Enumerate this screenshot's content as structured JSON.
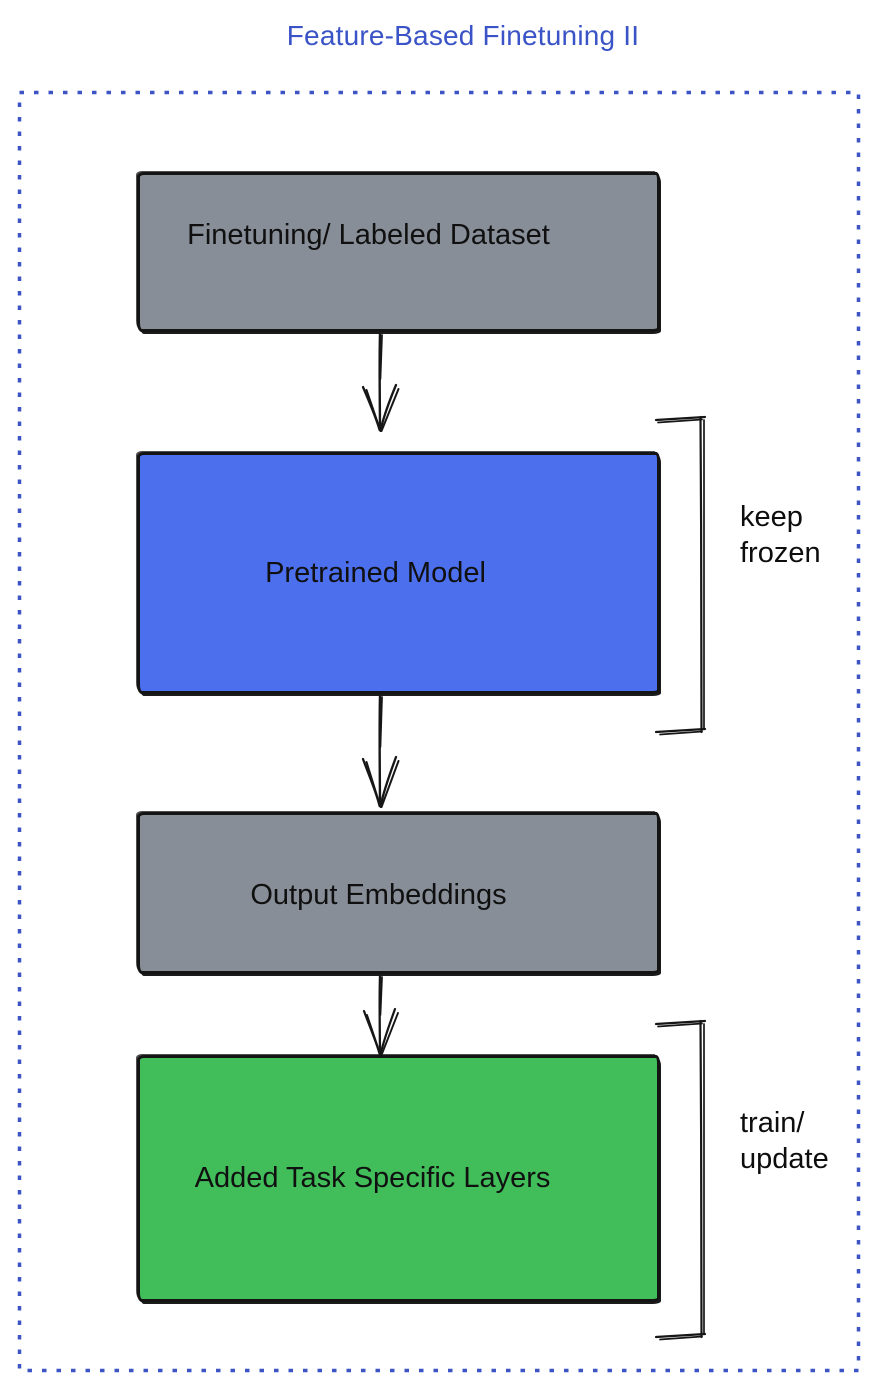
{
  "title": "Feature-Based Finetuning II",
  "palette": {
    "title_blue": "#3A53C6",
    "frame_blue": "#3D55C4",
    "box_gray": "#878E98",
    "box_blue": "#4C6FEE",
    "box_green": "#41BE5A",
    "ink": "#141414"
  },
  "flow": {
    "boxes": [
      {
        "label": "Finetuning/ Labeled Dataset"
      },
      {
        "label": "Pretrained Model"
      },
      {
        "label": "Output Embeddings"
      },
      {
        "label": "Added Task Specific Layers"
      }
    ],
    "annotations": [
      {
        "lines": [
          "keep",
          "frozen"
        ]
      },
      {
        "lines": [
          "train/",
          "update"
        ]
      }
    ]
  }
}
